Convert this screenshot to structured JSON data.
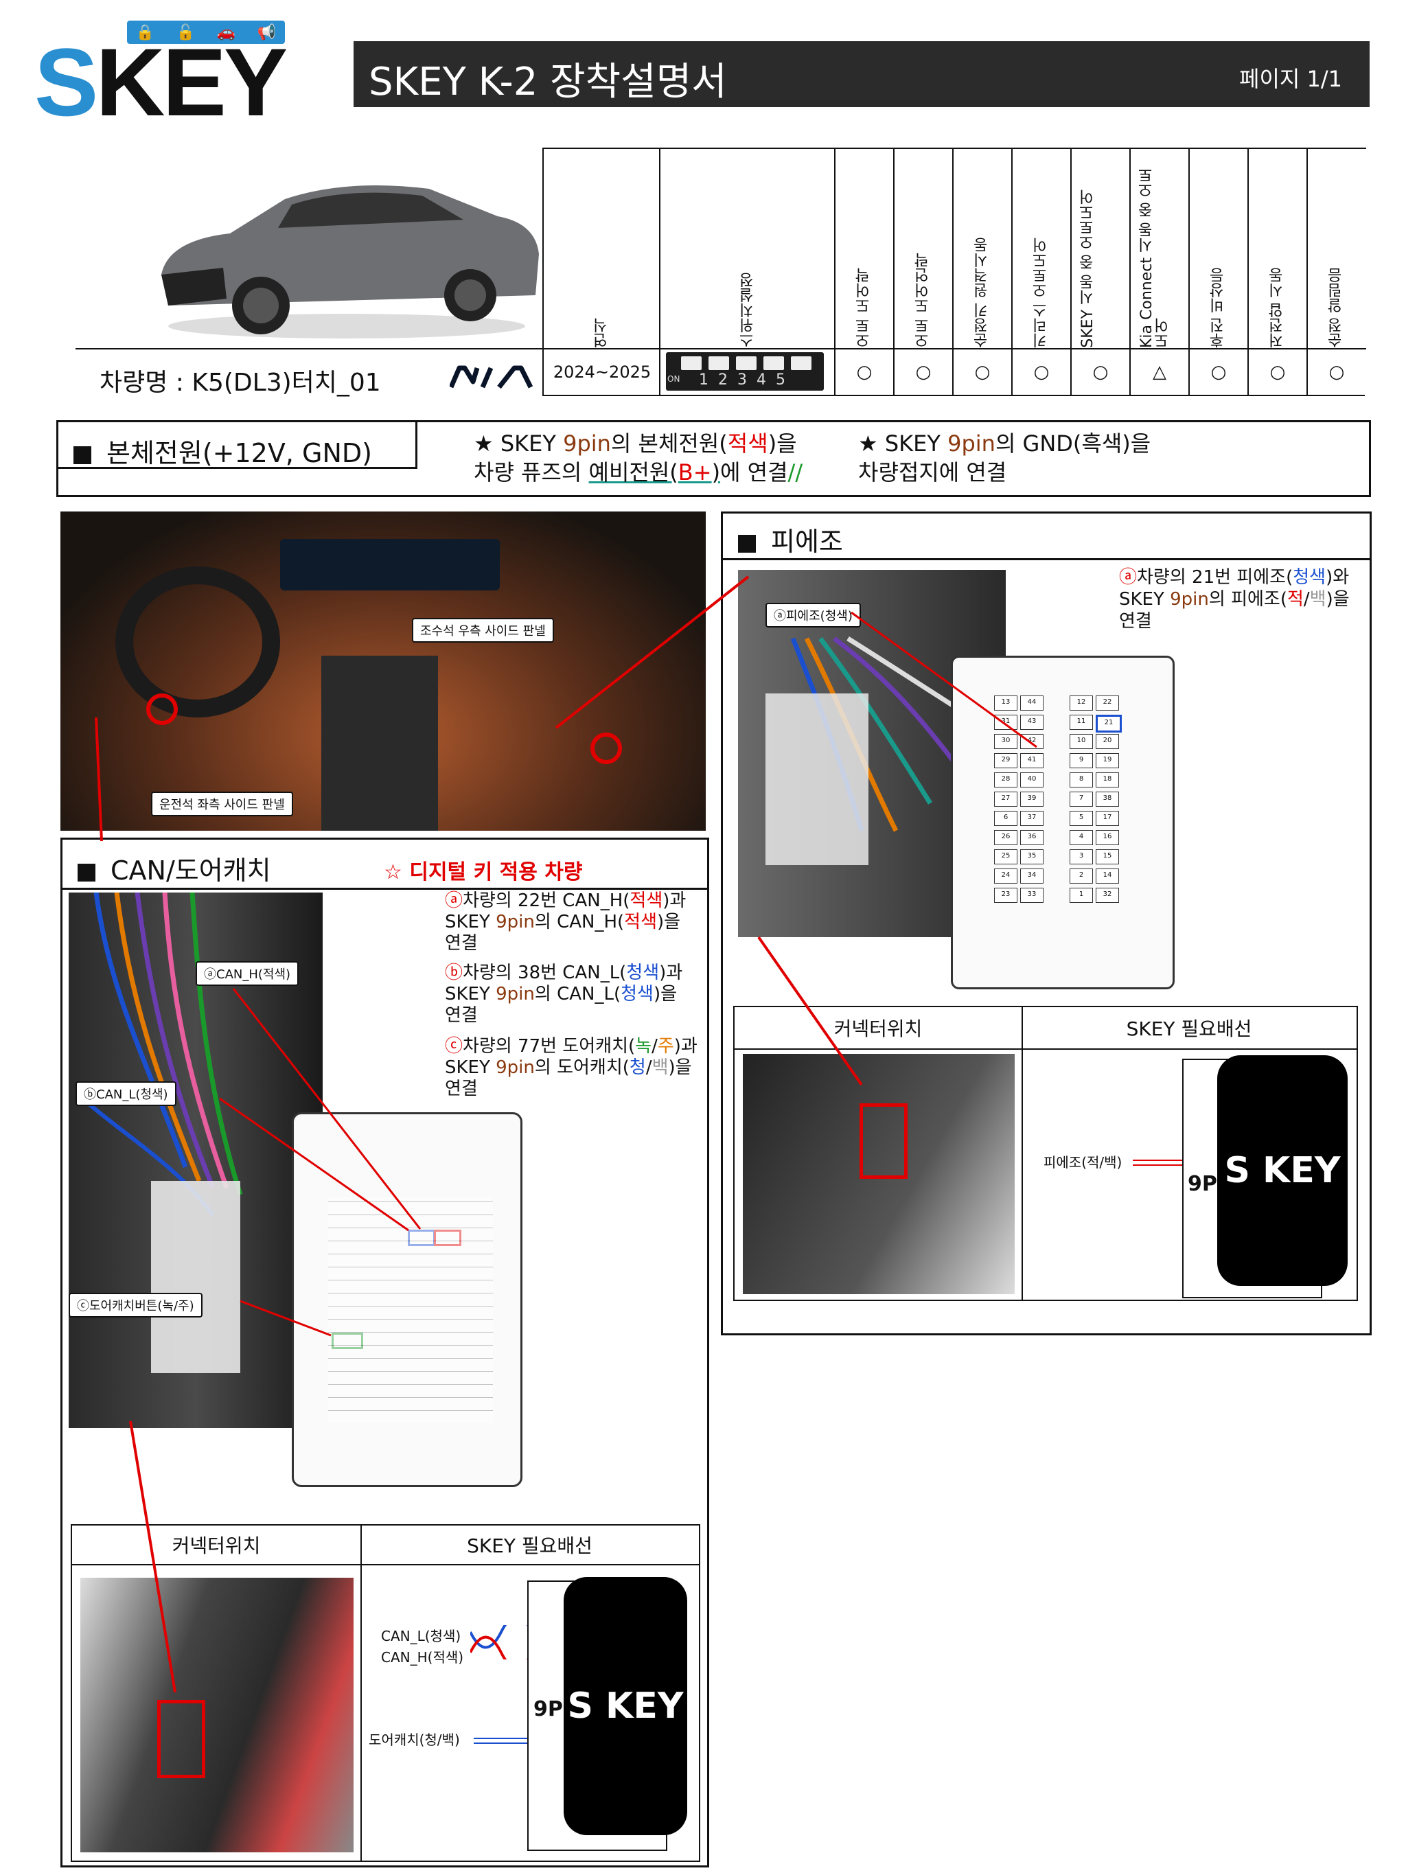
{
  "header": {
    "logo": "SKEY",
    "title": "SKEY K-2 장착설명서",
    "page": "페이지 1/1"
  },
  "vehicle": {
    "name_label": "차량명 : K5(DL3)터치_01",
    "brand_logo": "KIA",
    "year_header": "연식",
    "switch_header": "스위치설정",
    "year": "2024~2025",
    "switch_numbers": [
      "1",
      "2",
      "3",
      "4",
      "5"
    ],
    "switch_on": "ON",
    "functions": [
      {
        "label": "오토 도어락",
        "value": "○"
      },
      {
        "label": "오토 도어언락",
        "value": "○"
      },
      {
        "label": "순정키 원격시동",
        "value": "○"
      },
      {
        "label": "키리스 오토도어",
        "value": "○"
      },
      {
        "label": "SKEY 시동 중 오토도어",
        "value": "○"
      },
      {
        "label": "Kia Connect 시동 중 오토도어",
        "value": "△"
      },
      {
        "label": "후진 비상등",
        "value": "○"
      },
      {
        "label": "저전압 시동",
        "value": "○"
      },
      {
        "label": "순정 알림음",
        "value": "○"
      }
    ]
  },
  "power": {
    "title": "본체전원(+12V, GND)",
    "note1_line1": "★ SKEY 9pin의 본체전원(적색)을",
    "note1_line2": "차량 퓨즈의 예비전원(B+)에 연결",
    "note2_line1": "★ SKEY 9pin의 GND(흑색)을",
    "note2_line2": "차량접지에 연결"
  },
  "interior": {
    "callout_right": "조수석 우측 사이드 판넬",
    "callout_left": "운전석 좌측 사이드 판넬"
  },
  "buzzer": {
    "title": "피에조",
    "photo_label": "ⓐ피에조(청색)",
    "desc_line1": "ⓐ차량의 21번 피에조(청색)와",
    "desc_line2": "SKEY 9pin의 피에조(적/백)을",
    "desc_line3": "연결",
    "connector_pins": [
      "13",
      "44",
      "12",
      "22",
      "31",
      "43",
      "11",
      "21",
      "30",
      "42",
      "10",
      "20",
      "29",
      "41",
      "9",
      "19",
      "28",
      "40",
      "8",
      "18",
      "27",
      "39",
      "7",
      "38",
      "6",
      "37",
      "5",
      "17",
      "26",
      "36",
      "4",
      "16",
      "25",
      "35",
      "3",
      "15",
      "24",
      "34",
      "2",
      "14",
      "23",
      "33",
      "1",
      "32"
    ],
    "table_left": "커넥터위치",
    "table_right": "SKEY 필요배선",
    "wire_label": "피에조(적/백)",
    "module_pin": "9P",
    "module_name": "S KEY"
  },
  "can": {
    "title": "CAN/도어캐치",
    "digital_key": "☆ 디지털 키 적용 차량",
    "label_a": "ⓐCAN_H(적색)",
    "label_b": "ⓑCAN_L(청색)",
    "label_c": "ⓒ도어캐치버튼(녹/주)",
    "desc_a1": "ⓐ차량의 22번 CAN_H(적색)과",
    "desc_a2": "SKEY 9pin의 CAN_H(적색)을",
    "desc_a3": "연결",
    "desc_b1": "ⓑ차량의 38번 CAN_L(청색)과",
    "desc_b2": "SKEY 9pin의 CAN_L(청색)을",
    "desc_b3": "연결",
    "desc_c1": "ⓒ차량의 77번 도어캐치(녹/주)과",
    "desc_c2": "SKEY 9pin의 도어캐치(청/백)을",
    "desc_c3": "연결",
    "table_left": "커넥터위치",
    "table_right": "SKEY 필요배선",
    "wire_can_l": "CAN_L(청색)",
    "wire_can_h": "CAN_H(적색)",
    "wire_door": "도어캐치(청/백)",
    "module_pin": "9P",
    "module_name": "S KEY"
  },
  "colors": {
    "accent_red": "#e00000",
    "accent_blue": "#1a4fd0",
    "brown": "#8b3a10",
    "title_bar": "#2b2b2b",
    "logo_blue": "#2a8fd0"
  }
}
